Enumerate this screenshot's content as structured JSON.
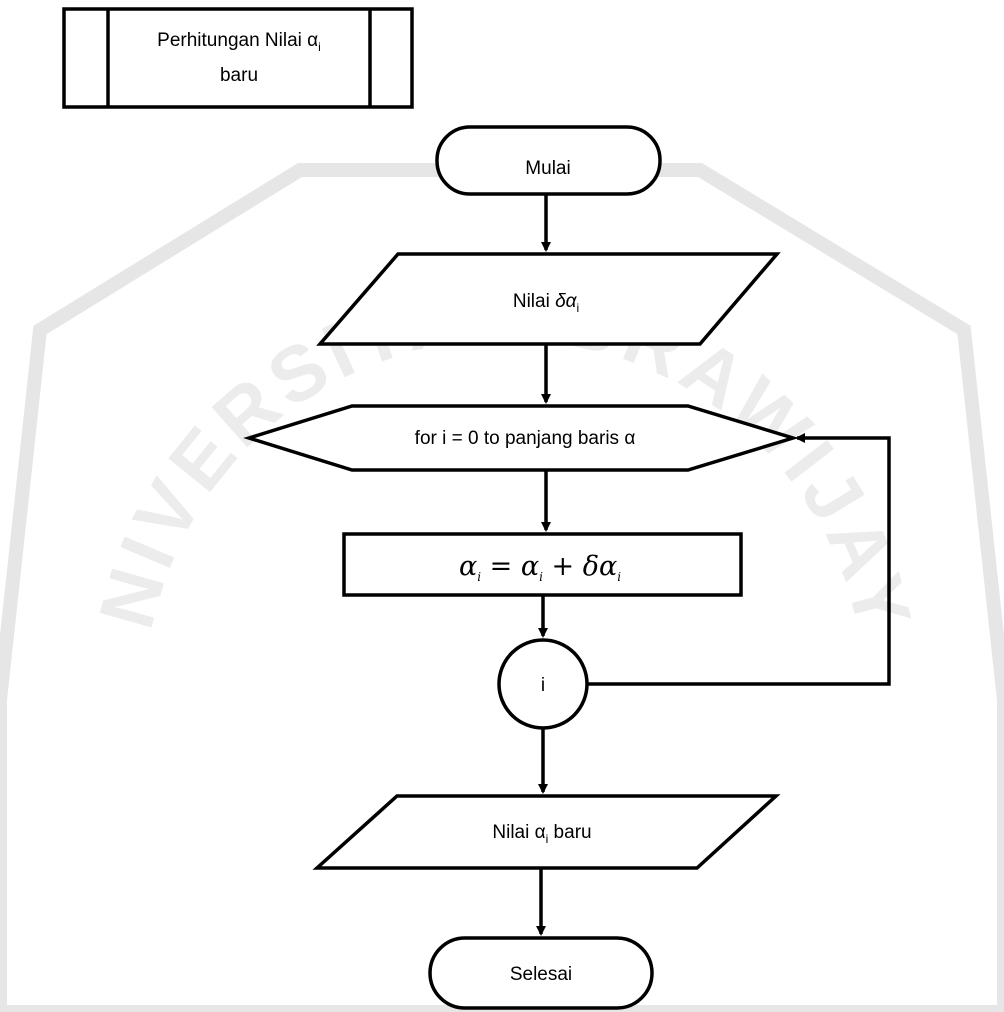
{
  "diagram": {
    "subprocess": {
      "line1": "Perhitungan Nilai α",
      "line1_sub": "i",
      "line2": "baru"
    },
    "start": {
      "label": "Mulai"
    },
    "input": {
      "label": "Nilai ",
      "symbol": "δα",
      "sub": "i"
    },
    "loop": {
      "label": "for i = 0 to panjang baris α"
    },
    "process": {
      "lhs": "α",
      "lhs_sub": "i",
      "eq": " =  ",
      "a": "α",
      "a_sub": "i",
      "plus": " +  ",
      "b": "δα",
      "b_sub": "i"
    },
    "connector": {
      "label": "i"
    },
    "output": {
      "label": "Nilai α",
      "sub": "i",
      "suffix": " baru"
    },
    "end": {
      "label": "Selesai"
    }
  },
  "watermark": {
    "text": "UNIVERSITAS BRAWIJAYA"
  },
  "colors": {
    "stroke": "#000000",
    "fill": "#ffffff",
    "watermark": "#e6e6e6"
  }
}
